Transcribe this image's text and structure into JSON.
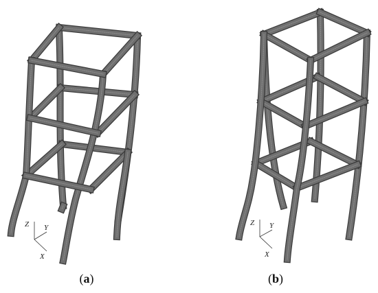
{
  "panels": [
    {
      "id": "a",
      "caption_open": "(",
      "caption_letter": "a",
      "caption_close": ")",
      "axes": {
        "z": "Z",
        "y": "Y",
        "x": "X"
      }
    },
    {
      "id": "b",
      "caption_open": "(",
      "caption_letter": "b",
      "caption_close": ")",
      "axes": {
        "z": "Z",
        "y": "Y",
        "x": "X"
      }
    }
  ],
  "colors": {
    "member_fill": "#6f6f6f",
    "member_stroke": "#3a3a3a",
    "member_highlight": "#8c8c8c",
    "axis_stroke": "#333333"
  }
}
